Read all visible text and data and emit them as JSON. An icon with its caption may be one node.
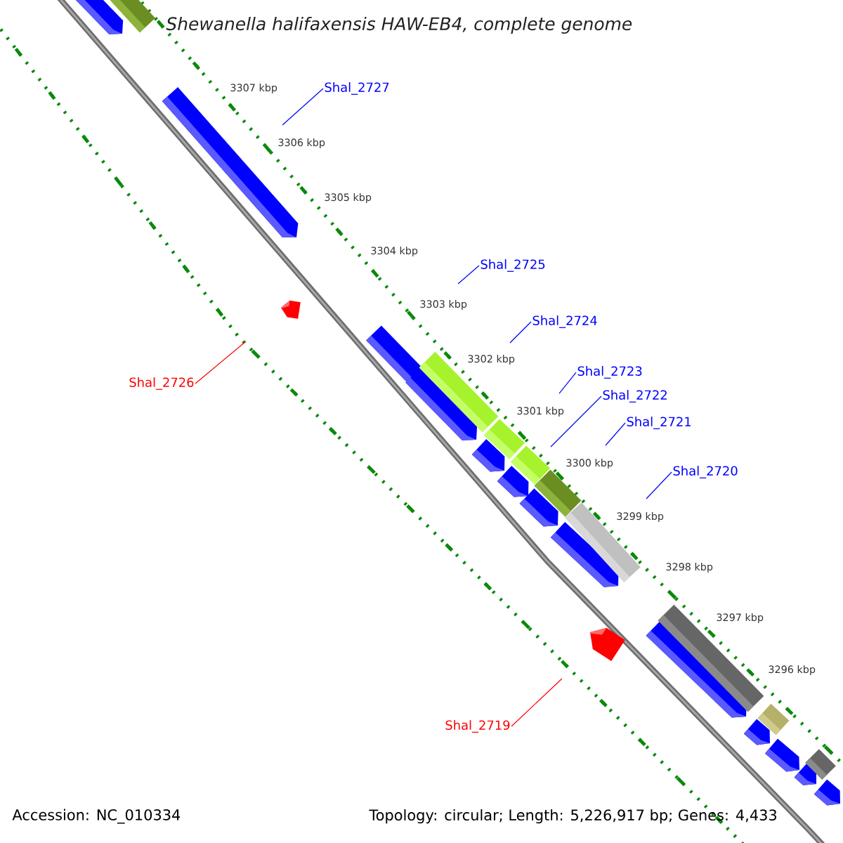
{
  "diagram": {
    "title": "*Shewanella halifaxensis* HAW-EB4, complete genome",
    "nodes": [
      {
        "text": [
          "Shal_2727"
        ]
      },
      {
        "text": [
          "Shal_2725"
        ]
      },
      {
        "text": [
          "Shal_2724"
        ]
      },
      {
        "text": [
          "Shal_2723"
        ]
      },
      {
        "text": [
          "Shal_2726"
        ]
      },
      {
        "text": [
          "Shal_2722"
        ]
      },
      {
        "text": [
          "Shal_2721"
        ]
      },
      {
        "text": [
          "Shal_2720"
        ]
      },
      {
        "text": [
          "Shal_2719"
        ]
      }
    ],
    "edges": [
      {
        "from": 0,
        "to": null,
        "arrow": "none"
      },
      {
        "from": 1,
        "to": null,
        "arrow": "none"
      },
      {
        "from": 2,
        "to": null,
        "arrow": "none"
      },
      {
        "from": 3,
        "to": null,
        "arrow": "none"
      },
      {
        "from": 4,
        "to": null,
        "arrow": "none",
        "color": "#ff0000"
      },
      {
        "from": 5,
        "to": null,
        "arrow": "none"
      },
      {
        "from": 6,
        "to": null,
        "arrow": "none"
      },
      {
        "from": 7,
        "to": null,
        "arrow": "none"
      },
      {
        "from": 8,
        "to": null,
        "arrow": "none",
        "color": "#ff0000"
      }
    ],
    "labels": [
      "3307 kbp",
      "3306 kbp",
      "3305 kbp",
      "3304 kbp",
      "3303 kbp",
      "3302 kbp",
      "3301 kbp",
      "3300 kbp",
      "3299 kbp",
      "3298 kbp",
      "3297 kbp",
      "3296 kbp",
      "Accession: NC_010334",
      "Topology: circular; Length: 5,226,917 bp; Genes: 4,433"
    ]
  }
}
